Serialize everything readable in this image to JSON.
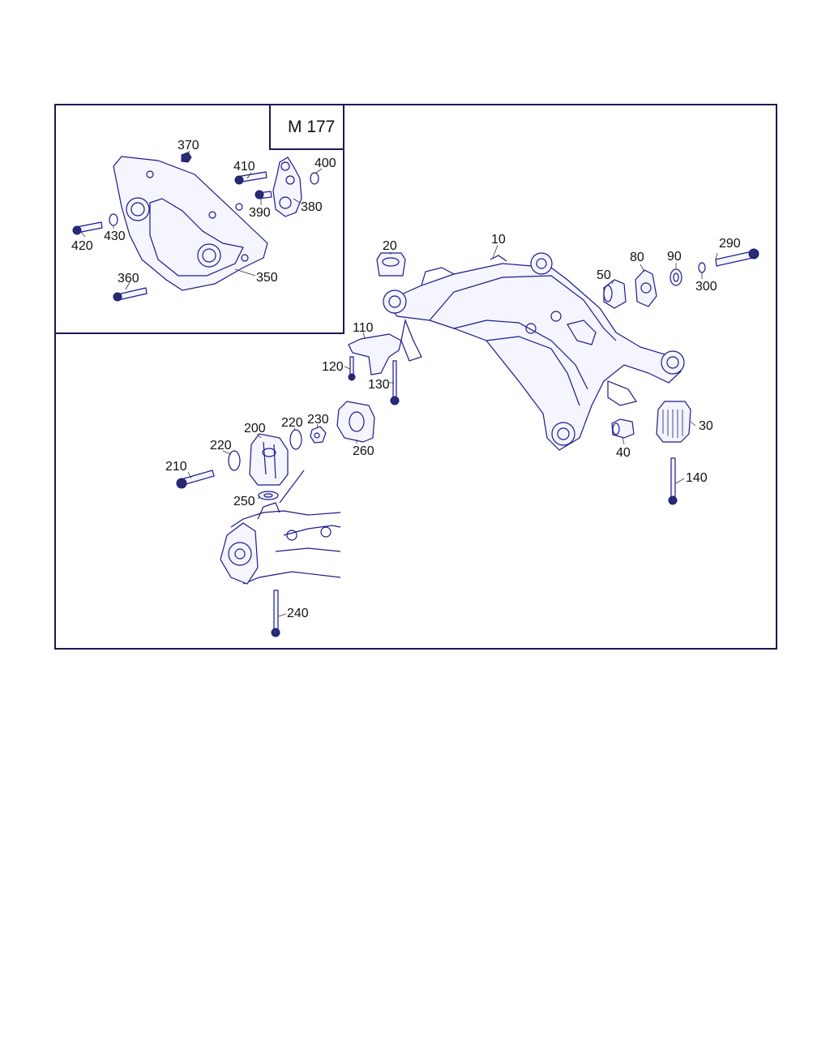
{
  "inset": {
    "title": "M 177"
  },
  "callouts": {
    "c10": "10",
    "c20": "20",
    "c30": "30",
    "c40": "40",
    "c50": "50",
    "c80": "80",
    "c90": "90",
    "c110": "110",
    "c120": "120",
    "c130": "130",
    "c140": "140",
    "c200": "200",
    "c210": "210",
    "c220a": "220",
    "c220b": "220",
    "c230": "230",
    "c240": "240",
    "c250": "250",
    "c260": "260",
    "c290": "290",
    "c300": "300",
    "c350": "350",
    "c360": "360",
    "c370": "370",
    "c380": "380",
    "c390": "390",
    "c400": "400",
    "c410": "410",
    "c420": "420",
    "c430": "430"
  }
}
